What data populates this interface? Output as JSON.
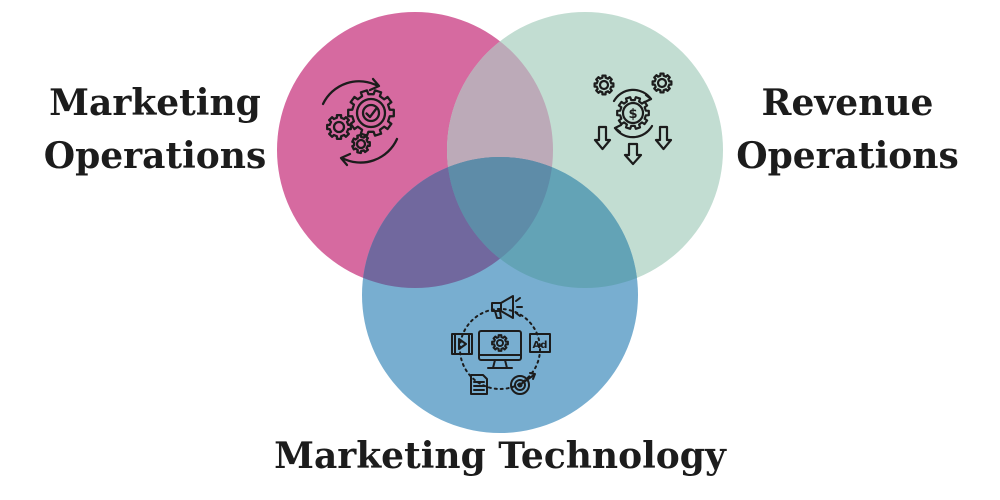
{
  "diagram": {
    "type": "venn",
    "circles": [
      {
        "id": "marketing-operations",
        "label_lines": [
          "Marketing",
          "Operations"
        ],
        "color": "#d66aa0",
        "icon": "gears-cycle-icon"
      },
      {
        "id": "revenue-operations",
        "label_lines": [
          "Revenue",
          "Operations"
        ],
        "color": "#c2ddd2",
        "icon": "dollar-gears-arrows-icon"
      },
      {
        "id": "marketing-technology",
        "label_lines": [
          "Marketing Technology"
        ],
        "color": "#78aed0",
        "icon": "monitor-ad-network-icon"
      }
    ],
    "overlaps": {
      "mo_ro": "#bcaab8",
      "mo_mt": "#71689e",
      "ro_mt": "#63a3b6",
      "center": "#5e8ca8"
    },
    "icon_texts": {
      "ad_badge": "Ad",
      "dollar": "$"
    },
    "text_color": "#1c1c1c"
  }
}
